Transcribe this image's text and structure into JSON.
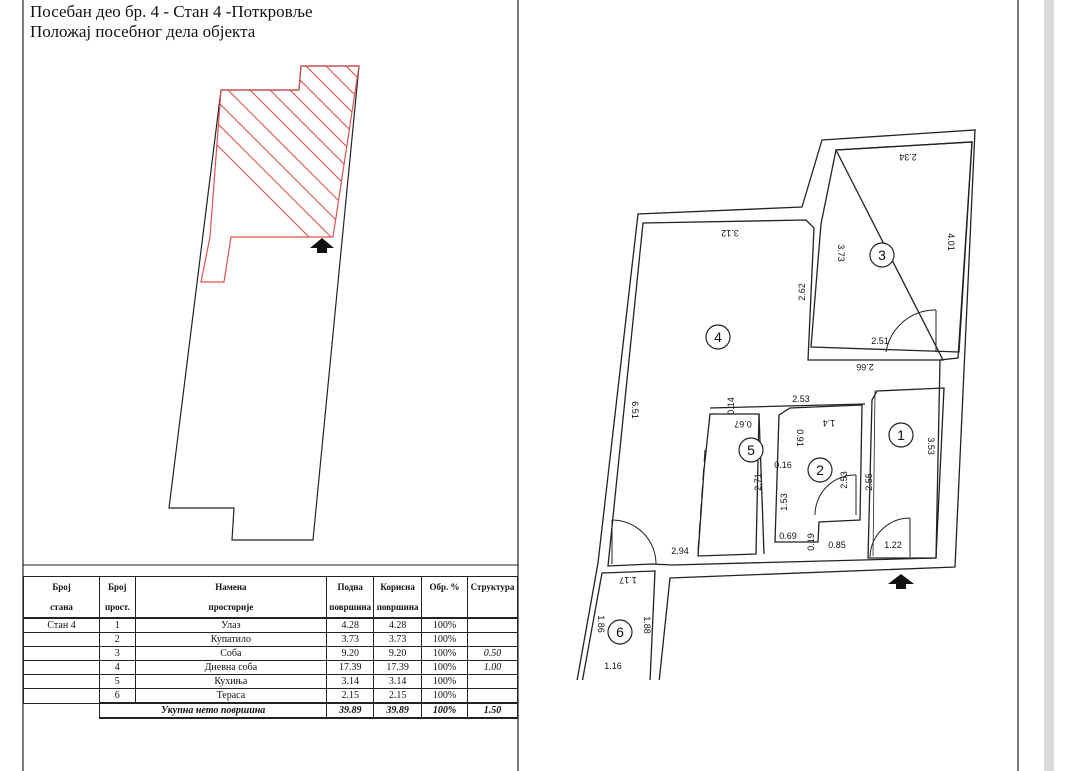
{
  "header": {
    "line1": "Посебан део бр.  4   - Стан 4 -Поткровље",
    "line2": "Положај посебног дела објекта"
  },
  "table": {
    "columns": [
      {
        "top": "Број",
        "bottom": "стана"
      },
      {
        "top": "Број",
        "bottom": "прост."
      },
      {
        "top": "Намена",
        "bottom": "просторије"
      },
      {
        "top": "Подна",
        "bottom": "површина"
      },
      {
        "top": "Корисна",
        "bottom": "површина"
      },
      {
        "top": "Обр. %",
        "bottom": ""
      },
      {
        "top": "Структура",
        "bottom": ""
      }
    ],
    "rows": [
      {
        "unit": "Стан  4",
        "num": "1",
        "name": "Улаз",
        "floor": "4.28",
        "usable": "4.28",
        "pct": "100%",
        "struct": ""
      },
      {
        "unit": "",
        "num": "2",
        "name": "Купатило",
        "floor": "3.73",
        "usable": "3.73",
        "pct": "100%",
        "struct": ""
      },
      {
        "unit": "",
        "num": "3",
        "name": "Соба",
        "floor": "9.20",
        "usable": "9.20",
        "pct": "100%",
        "struct": "0.50"
      },
      {
        "unit": "",
        "num": "4",
        "name": "Дневна соба",
        "floor": "17.39",
        "usable": "17.39",
        "pct": "100%",
        "struct": "1.00"
      },
      {
        "unit": "",
        "num": "5",
        "name": "Кухиња",
        "floor": "3.14",
        "usable": "3.14",
        "pct": "100%",
        "struct": ""
      },
      {
        "unit": "",
        "num": "6",
        "name": "Тераса",
        "floor": "2.15",
        "usable": "2.15",
        "pct": "100%",
        "struct": ""
      }
    ],
    "total": {
      "label": "Укупна нето површина",
      "floor": "39.89",
      "usable": "39.89",
      "pct": "100%",
      "struct": "1.50"
    }
  },
  "plan": {
    "rooms": [
      "3",
      "4",
      "1",
      "5",
      "2",
      "6"
    ],
    "dimensions": {
      "d_234": "2.34",
      "d_401": "4.01",
      "d_373": "3.73",
      "d_312": "3.12",
      "d_262": "2.62",
      "d_251": "2.51",
      "d_266": "2.66",
      "d_253": "2.53",
      "d_014": "0.14",
      "d_067": "0.67",
      "d_091": "0.91",
      "d_14": "1.4",
      "d_353": "3.53",
      "d_651": "6.51",
      "d_016": "0.16",
      "d_271": "2.71",
      "d_153": "1.53",
      "d_253b": "2.53",
      "d_255": "2.55",
      "d_069": "0.69",
      "d_019": "0.19",
      "d_085": "0.85",
      "d_122": "1.22",
      "d_294": "2.94",
      "d_117": "1.17",
      "d_186": "1.86",
      "d_188": "1.88",
      "d_116": "1.16"
    }
  },
  "colors": {
    "hatch": "#d9534f",
    "line": "#222222"
  }
}
